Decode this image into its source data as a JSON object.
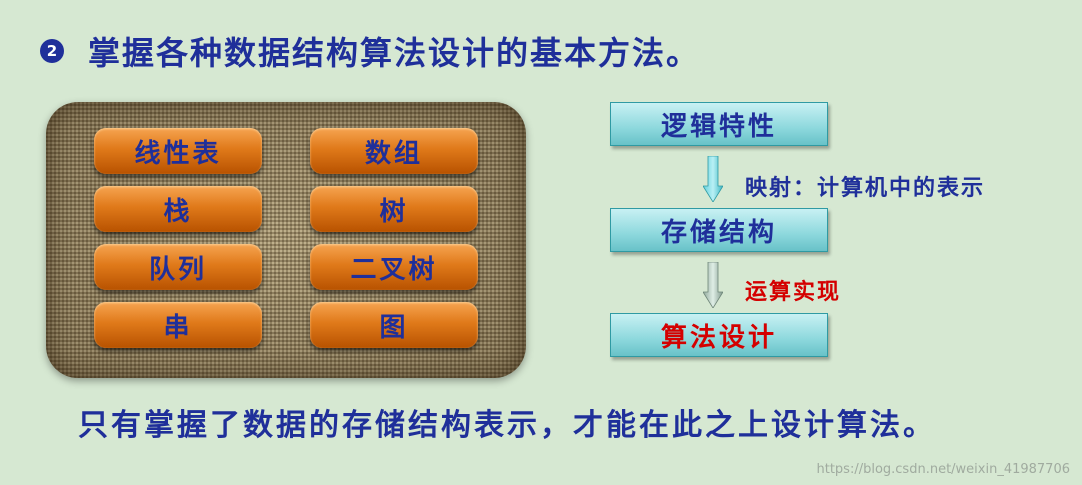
{
  "heading": {
    "bullet": "2",
    "text": "掌握各种数据结构算法设计的基本方法。"
  },
  "structures": [
    {
      "label": "线性表"
    },
    {
      "label": "数组"
    },
    {
      "label": "栈"
    },
    {
      "label": "树"
    },
    {
      "label": "队列"
    },
    {
      "label": "二叉树"
    },
    {
      "label": "串"
    },
    {
      "label": "图"
    }
  ],
  "flow": {
    "logic": "逻辑特性",
    "mapping": "映射：计算机中的表示",
    "storage": "存储结构",
    "operation": "运算实现",
    "algorithm": "算法设计"
  },
  "summary": "只有掌握了数据的存储结构表示，才能在此之上设计算法。",
  "watermark": "https://blog.csdn.net/weixin_41987706",
  "colors": {
    "title_blue": "#1f2f9a",
    "accent_red": "#d40000",
    "tag_orange": "#e07a1a",
    "flow_cyan": "#8dd8dd",
    "background": "#d6e8d2"
  }
}
